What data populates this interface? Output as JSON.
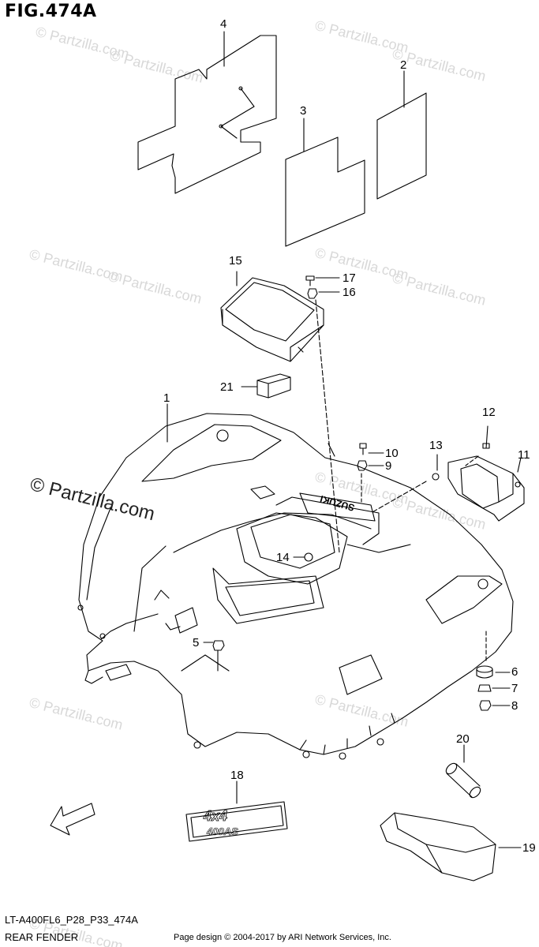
{
  "figure": {
    "title": "FIG.474A",
    "diagram_code": "LT-A400FL6_P28_P33_474A",
    "diagram_name": "REAR FENDER",
    "credit": "Page design © 2004-2017 by ARI Network Services, Inc."
  },
  "watermarks": {
    "small": "© Partzilla.com",
    "large": "© Partzilla.com"
  },
  "parts": [
    {
      "id": "1",
      "label": "1"
    },
    {
      "id": "2",
      "label": "2"
    },
    {
      "id": "3",
      "label": "3"
    },
    {
      "id": "4",
      "label": "4"
    },
    {
      "id": "5",
      "label": "5"
    },
    {
      "id": "6",
      "label": "6"
    },
    {
      "id": "7",
      "label": "7"
    },
    {
      "id": "8",
      "label": "8"
    },
    {
      "id": "9",
      "label": "9"
    },
    {
      "id": "10",
      "label": "10"
    },
    {
      "id": "11",
      "label": "11"
    },
    {
      "id": "12",
      "label": "12"
    },
    {
      "id": "13",
      "label": "13"
    },
    {
      "id": "14",
      "label": "14"
    },
    {
      "id": "15",
      "label": "15"
    },
    {
      "id": "16",
      "label": "16"
    },
    {
      "id": "17",
      "label": "17"
    },
    {
      "id": "18",
      "label": "18"
    },
    {
      "id": "19",
      "label": "19"
    },
    {
      "id": "20",
      "label": "20"
    },
    {
      "id": "21",
      "label": "21"
    }
  ],
  "decals": {
    "fender_text": "SUZUKI",
    "emblem_top": "4x4",
    "emblem_bottom": "400AS",
    "fwd": "FWD"
  },
  "colors": {
    "line": "#000000",
    "watermark": "#d8d8d8"
  }
}
